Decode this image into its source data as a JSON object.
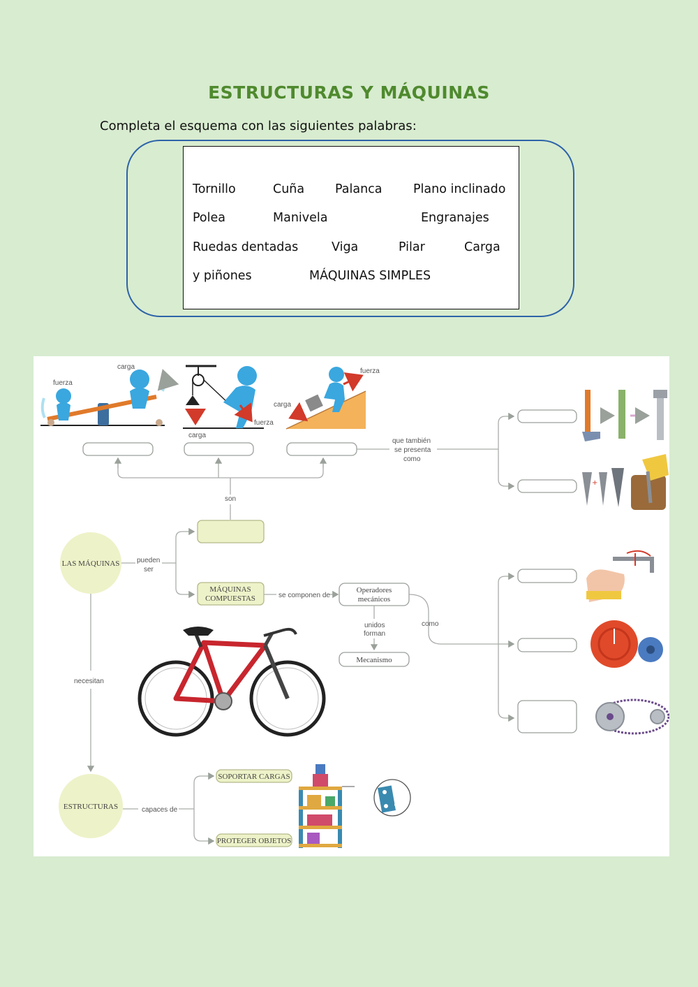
{
  "title": "ESTRUCTURAS Y MÁQUINAS",
  "instruction": "Completa el esquema con las siguientes palabras:",
  "word_bank": [
    "Tornillo",
    "Cuña",
    "Palanca",
    "Plano inclinado",
    "Polea",
    "Manivela",
    "Engranajes",
    "Ruedas dentadas",
    "Viga",
    "Pilar",
    "Carga",
    "y piñones",
    "MÁQUINAS SIMPLES"
  ],
  "diagram": {
    "fig_labels": {
      "lever_fuerza": "fuerza",
      "lever_carga": "carga",
      "pulley_carga": "carga",
      "pulley_fuerza": "fuerza",
      "ramp_fuerza": "fuerza",
      "ramp_carga": "carga"
    },
    "nodes": {
      "las_maquinas": "LAS MÁQUINAS",
      "estructuras": "ESTRUCTURAS",
      "maquinas_compuestas_1": "MÁQUINAS",
      "maquinas_compuestas_2": "COMPUESTAS",
      "operadores_1": "Operadores",
      "operadores_2": "mecánicos",
      "mecanismo": "Mecanismo",
      "soportar": "SOPORTAR CARGAS",
      "proteger": "PROTEGER OBJETOS"
    },
    "connectors": {
      "son": "son",
      "pueden_1": "pueden",
      "pueden_2": "ser",
      "se_componen": "se componen de",
      "unidos_1": "unidos",
      "unidos_2": "forman",
      "como": "como",
      "tambien_1": "que también",
      "tambien_2": "se presenta",
      "tambien_3": "como",
      "necesitan": "necesitan",
      "capaces": "capaces de"
    }
  }
}
